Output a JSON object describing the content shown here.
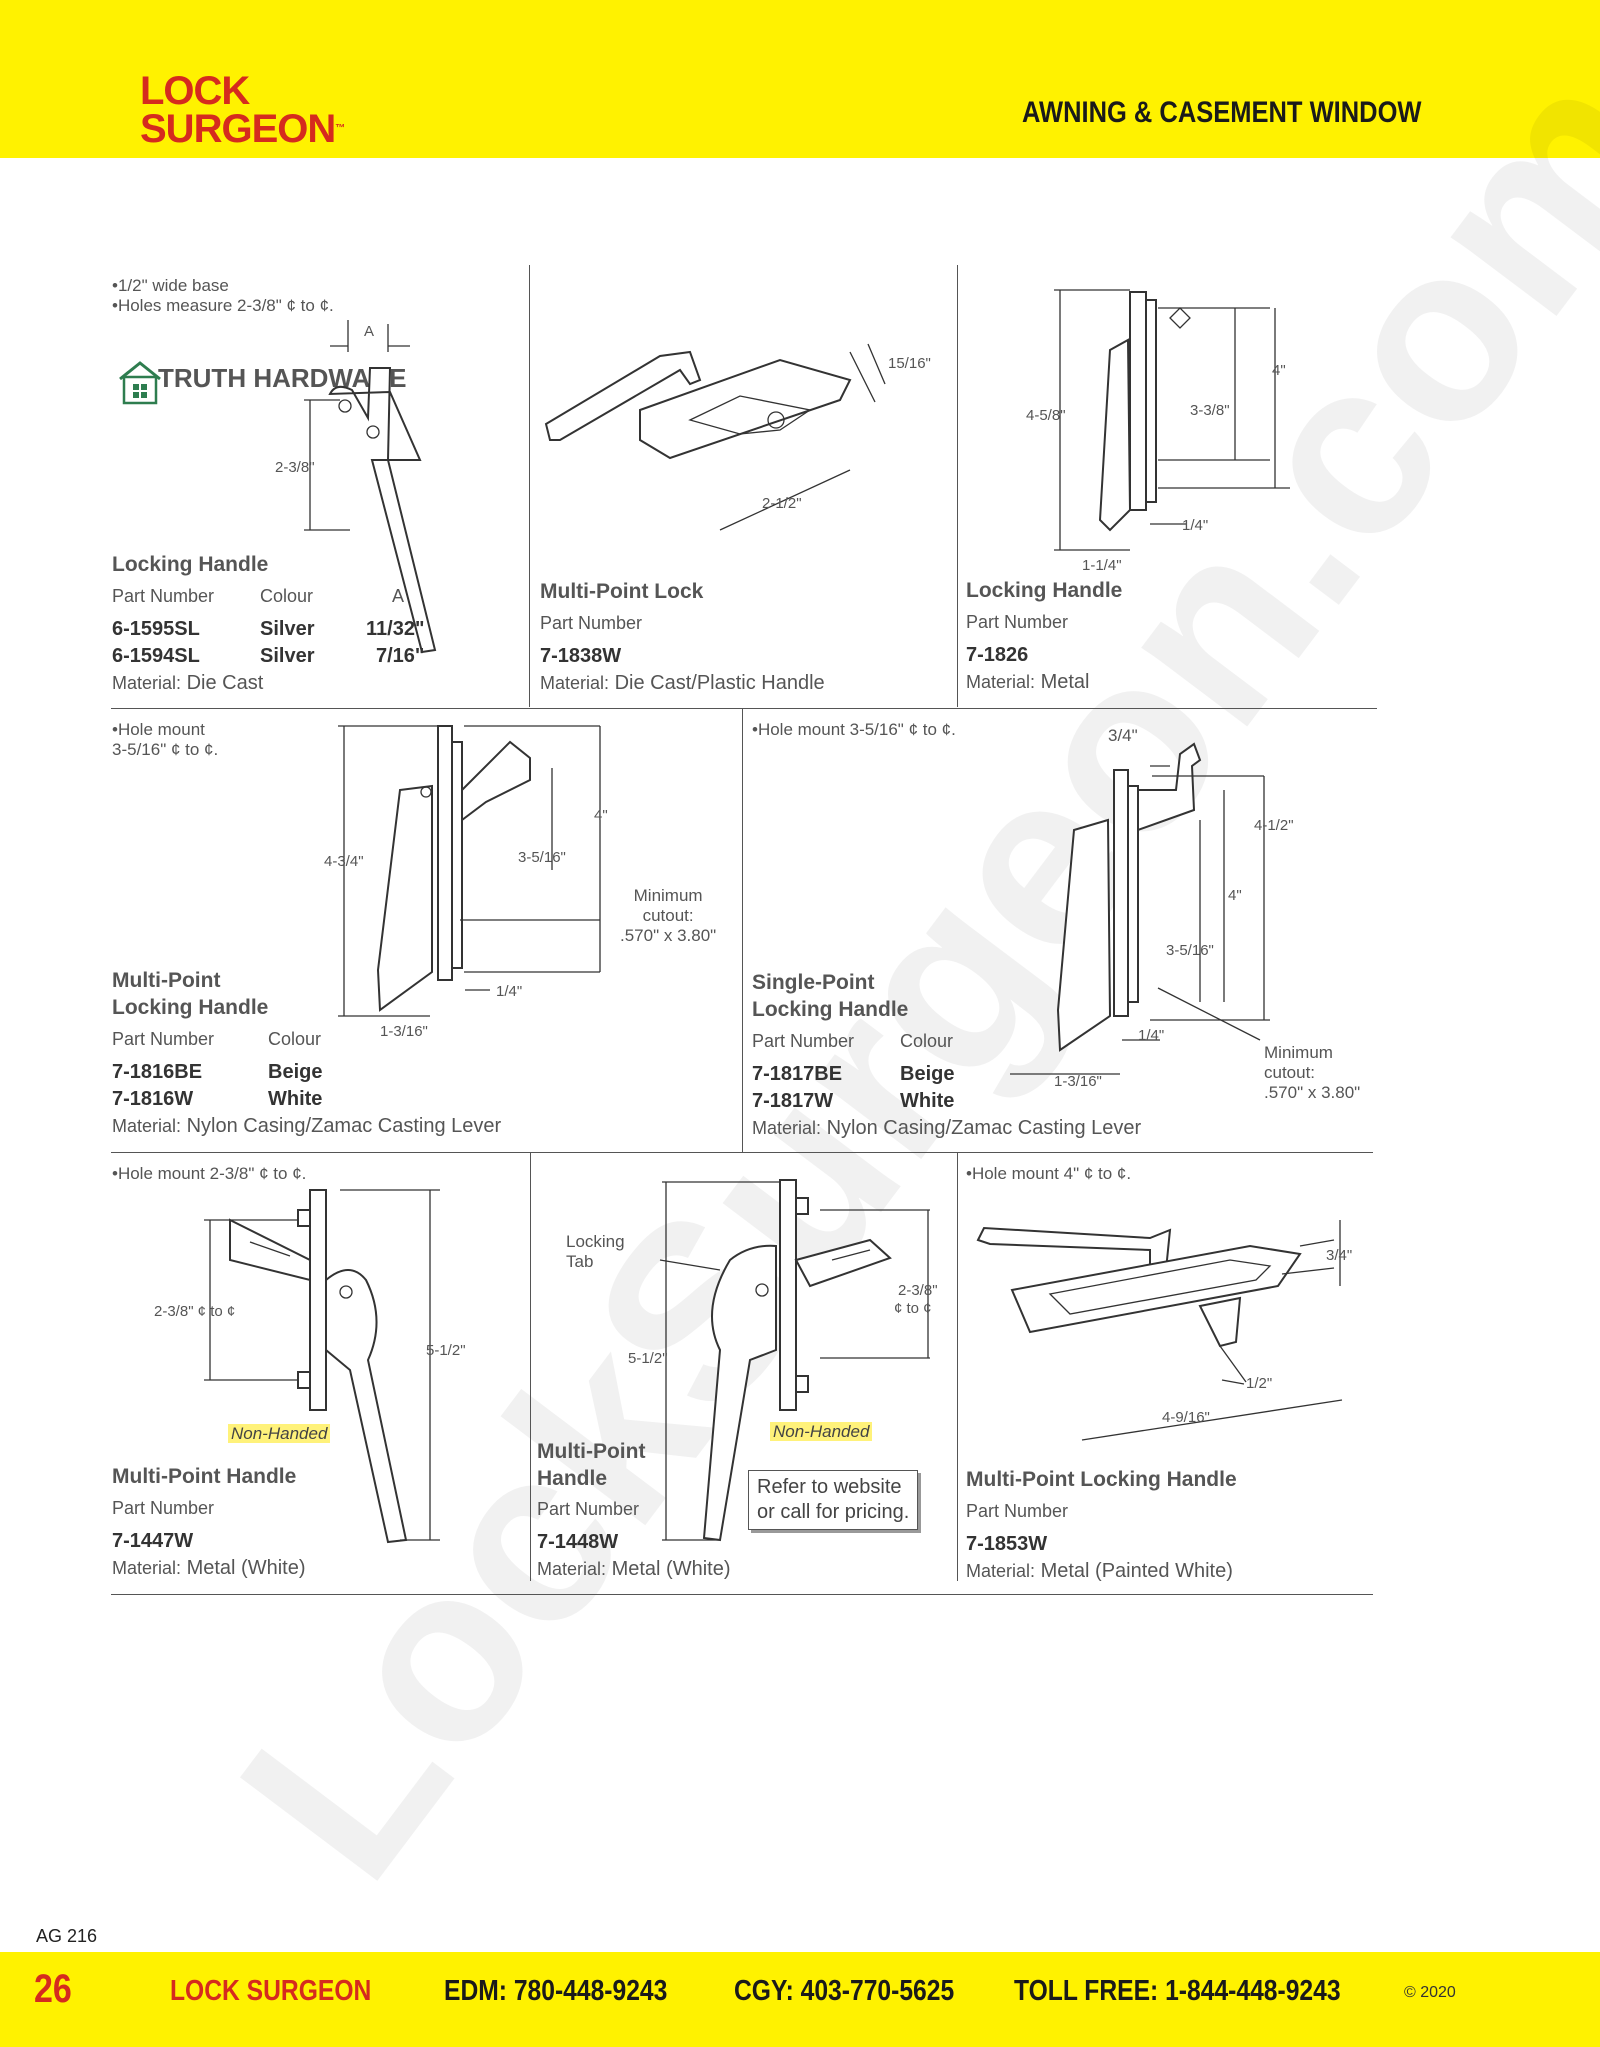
{
  "header": {
    "logo_line1": "LOCK",
    "logo_line2": "SURGEON",
    "logo_tm": "™",
    "section": "AWNING & CASEMENT WINDOW"
  },
  "watermark": "LockSurgeon.com",
  "products": [
    {
      "notes": [
        "•1/2\" wide base",
        "•Holes measure 2-3/8\" ¢ to ¢."
      ],
      "brand": "TRUTH HARDWARE",
      "dims": [
        "A",
        "2-3/8\""
      ],
      "title": "Locking Handle",
      "headers": [
        "Part Number",
        "Colour",
        "A"
      ],
      "rows": [
        [
          "6-1595SL",
          "Silver",
          "11/32\""
        ],
        [
          "6-1594SL",
          "Silver",
          "7/16\""
        ]
      ],
      "material_label": "Material:",
      "material": "Die Cast"
    },
    {
      "dims": [
        "15/16\"",
        "2-1/2\""
      ],
      "title": "Multi-Point Lock",
      "headers": [
        "Part Number"
      ],
      "part": "7-1838W",
      "material_label": "Material:",
      "material": "Die Cast/Plastic Handle"
    },
    {
      "dims": [
        "4\"",
        "3-3/8\"",
        "4-5/8\"",
        "1/4\"",
        "1-1/4\""
      ],
      "title": "Locking Handle",
      "headers": [
        "Part Number"
      ],
      "part": "7-1826",
      "material_label": "Material:",
      "material": "Metal"
    },
    {
      "notes": [
        "•Hole mount",
        " 3-5/16\" ¢ to ¢."
      ],
      "dims": [
        "4\"",
        "4-3/4\"",
        "3-5/16\"",
        "1/4\"",
        "1-3/16\""
      ],
      "cutout": [
        "Minimum",
        "cutout:",
        ".570\" x 3.80\""
      ],
      "title_lines": [
        "Multi-Point",
        "Locking Handle"
      ],
      "headers": [
        "Part Number",
        "Colour"
      ],
      "rows": [
        [
          "7-1816BE",
          "Beige"
        ],
        [
          "7-1816W",
          "White"
        ]
      ],
      "material_label": "Material:",
      "material": "Nylon Casing/Zamac Casting Lever"
    },
    {
      "notes": [
        "•Hole mount 3-5/16\" ¢ to ¢."
      ],
      "dims": [
        "3/4\"",
        "4-1/2\"",
        "4\"",
        "3-5/16\"",
        "1/4\"",
        "1-3/16\""
      ],
      "cutout": [
        "Minimum",
        "cutout:",
        ".570\" x 3.80\""
      ],
      "title_lines": [
        "Single-Point",
        "Locking Handle"
      ],
      "headers": [
        "Part Number",
        "Colour"
      ],
      "rows": [
        [
          "7-1817BE",
          "Beige"
        ],
        [
          "7-1817W",
          "White"
        ]
      ],
      "material_label": "Material:",
      "material": "Nylon Casing/Zamac Casting Lever"
    },
    {
      "notes": [
        "•Hole mount 2-3/8\" ¢ to ¢."
      ],
      "dims": [
        "2-3/8\" ¢ to ¢",
        "5-1/2\""
      ],
      "tag": "Non-Handed",
      "title": "Multi-Point Handle",
      "headers": [
        "Part Number"
      ],
      "part": "7-1447W",
      "material_label": "Material:",
      "material": "Metal (White)"
    },
    {
      "labels": [
        "Locking",
        "Tab"
      ],
      "dims": [
        "5-1/2\"",
        "2-3/8\"",
        "¢ to ¢"
      ],
      "tag": "Non-Handed",
      "callout": [
        "Refer to website",
        "or call for pricing."
      ],
      "title_lines": [
        "Multi-Point",
        "Handle"
      ],
      "headers": [
        "Part Number"
      ],
      "part": "7-1448W",
      "material_label": "Material:",
      "material": "Metal (White)"
    },
    {
      "notes": [
        "•Hole mount 4\" ¢ to ¢."
      ],
      "dims": [
        "3/4\"",
        "1/2\"",
        "4-9/16\""
      ],
      "title": "Multi-Point Locking Handle",
      "headers": [
        "Part Number"
      ],
      "part": "7-1853W",
      "material_label": "Material:",
      "material": "Metal (Painted White)"
    }
  ],
  "footer": {
    "page_code": "AG 216",
    "page_number": "26",
    "brand": "LOCK SURGEON",
    "edm": "EDM: 780-448-9243",
    "cgy": "CGY: 403-770-5625",
    "toll": "TOLL FREE: 1-844-448-9243",
    "copyright": "© 2020"
  },
  "colors": {
    "brand_yellow": "#fff200",
    "brand_red": "#d52b1e",
    "highlight": "#fff27a"
  }
}
